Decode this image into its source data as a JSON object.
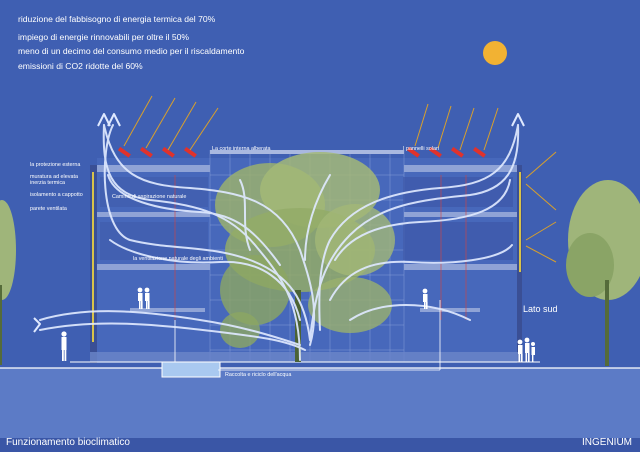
{
  "highlights": [
    "riduzione del fabbisogno di energia termica del 70%",
    "impiego di energie rinnovabili per oltre il 50%",
    "meno di un decimo del consumo medio per il riscaldamento",
    "emissioni di CO2 ridotte del 60%"
  ],
  "labels": {
    "protezione": "la protezione esterna",
    "muratura_1": "muratura ad elevata",
    "muratura_2": "inerzia termica",
    "isolamento": "isolamento a cappotto",
    "parete": "parete ventilata",
    "corte": "La corte interna alberata",
    "pannelli": "I pannelli solari",
    "camino": "Camino di aspirazione naturale",
    "ventilazione": "la ventilazione naturale degli ambienti",
    "acqua": "Raccolta e riciclo dell'acqua",
    "lato_sud": "Lato sud"
  },
  "footer": {
    "title": "Funzionamento bioclimatico",
    "brand": "INGENIUM"
  },
  "colors": {
    "background": "#3f5fb2",
    "sun": "#f2b233",
    "sun_rays": "#d9a02b",
    "airflow": "#dfe9ff",
    "tree": "#9ab06e",
    "solar_panel": "#e0322c",
    "ground": "#5f7ec8"
  }
}
